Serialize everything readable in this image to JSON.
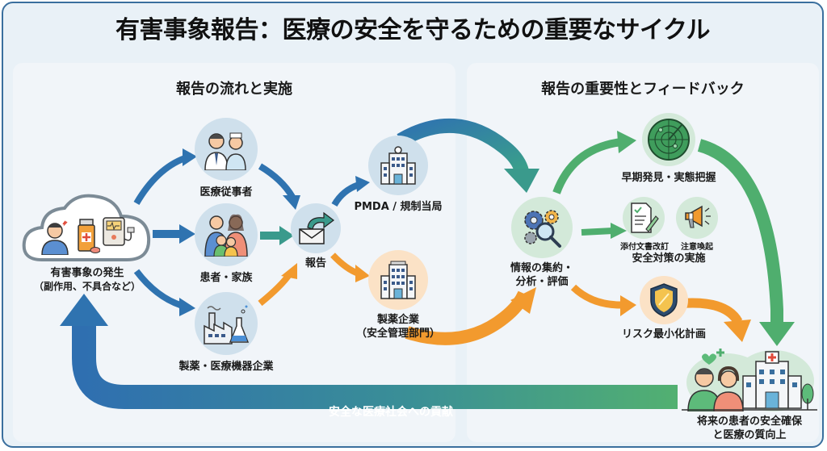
{
  "title": "有害事象報告：医療の安全を守るための重要なサイクル",
  "left_panel": {
    "heading": "報告の流れと実施",
    "event": {
      "label_line1": "有害事象の発生",
      "label_line2": "（副作用、不具合など）",
      "icons": [
        "distressed-person-icon",
        "medicine-bottle-icon",
        "medical-device-icon"
      ]
    },
    "reporters": [
      {
        "label": "医療従事者",
        "icon": "doctor-nurse-icon"
      },
      {
        "label": "患者・家族",
        "icon": "family-icon"
      },
      {
        "label": "製薬・医療機器企業",
        "icon": "factory-flask-icon"
      }
    ],
    "report": {
      "label": "報告",
      "icon": "envelope-send-icon"
    },
    "recipients": [
      {
        "label": "PMDA / 規制当局",
        "icon": "government-building-icon"
      },
      {
        "label_line1": "製薬企業",
        "label_line2": "（安全管理部門）",
        "icon": "company-building-icon"
      }
    ]
  },
  "right_panel": {
    "heading": "報告の重要性とフィードバック",
    "analysis": {
      "label_line1": "情報の集約・",
      "label_line2": "分析・評価",
      "icon": "gears-magnifier-icon"
    },
    "early_detection": {
      "label": "早期発見・実態把握",
      "icon": "radar-icon"
    },
    "safety_measures": {
      "label": "安全対策の実施",
      "items": [
        {
          "label": "添付文書改訂",
          "icon": "document-edit-icon"
        },
        {
          "label": "注意喚起",
          "icon": "megaphone-icon"
        }
      ]
    },
    "risk_plan": {
      "label": "リスク最小化計画",
      "icon": "shield-icon"
    },
    "outcome": {
      "label_line1": "将来の患者の安全確保",
      "label_line2": "と医療の質向上",
      "icon": "patients-hospital-icon"
    }
  },
  "feedback_loop": {
    "label": "安全な医療社会への貢献"
  },
  "colors": {
    "blue": "#2f73b0",
    "teal": "#3a9a8c",
    "green": "#4fae6e",
    "orange": "#f29a2e",
    "frame": "#3a6f9e"
  }
}
